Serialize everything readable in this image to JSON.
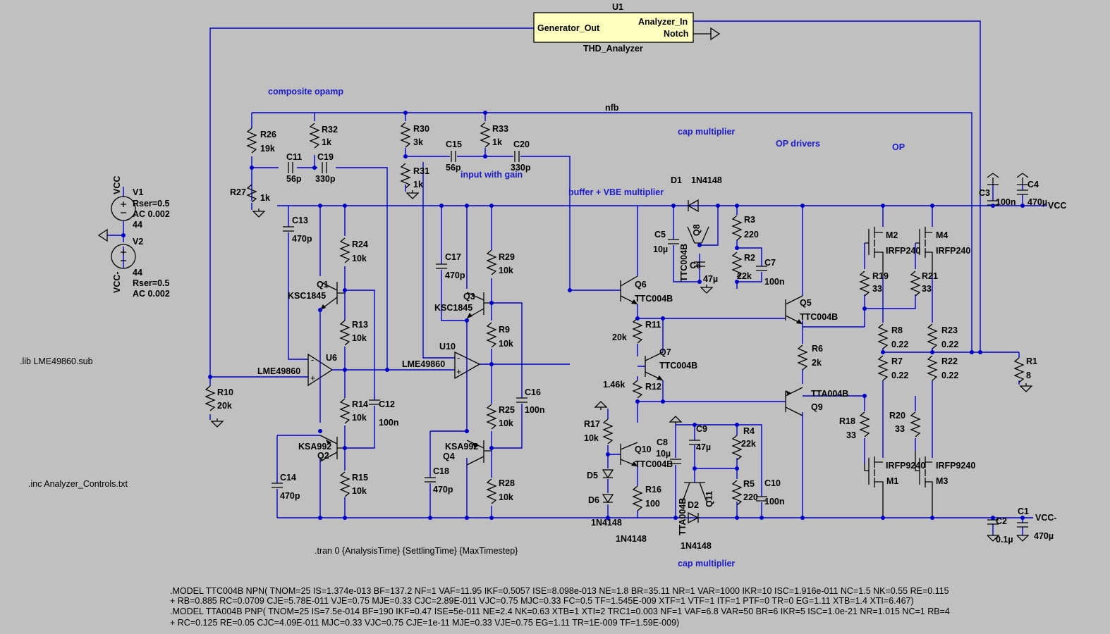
{
  "u1": {
    "ref": "U1",
    "name": "THD_Analyzer",
    "port_gen": "Generator_Out",
    "port_in": "Analyzer_In",
    "port_notch": "Notch"
  },
  "notes": {
    "composite": "composite opamp",
    "nfb": "nfb",
    "input_gain": "input with gain",
    "buffer": "buffer + VBE multiplier",
    "capmult_top": "cap multiplier",
    "op_drivers": "OP drivers",
    "op": "OP",
    "capmult_bot": "cap multiplier"
  },
  "vcc_top": "VCC",
  "vcc_neg": "VCC-",
  "sources": {
    "v1": {
      "ref": "V1",
      "rser": "Rser=0.5",
      "ac": "AC 0.002",
      "val": "44",
      "net": "VCC"
    },
    "v2": {
      "ref": "V2",
      "val": "44",
      "rser": "Rser=0.5",
      "ac": "AC 0.002",
      "net": "VCC-"
    }
  },
  "directives": {
    "lib": ".lib LME49860.sub",
    "inc": ".inc Analyzer_Controls.txt",
    "tran": ".tran 0 {AnalysisTime} {SettlingTime} {MaxTimestep}"
  },
  "models": [
    ".MODEL TTC004B NPN( TNOM=25 IS=1.374e-013 BF=137.2 NF=1 VAF=11.95 IKF=0.5057 ISE=8.098e-013 NE=1.8 BR=35.11 NR=1 VAR=1000 IKR=10 ISC=1.916e-011 NC=1.5 NK=0.55 RE=0.115",
    "+ RB=0.885 RC=0.0709 CJE=5.78E-011 VJE=0.75 MJE=0.33 CJC=2.89E-011 VJC=0.75 MJC=0.33 FC=0.5 TF=1.545E-009 XTF=1 VTF=1 ITF=1 PTF=0 TR=0 EG=1.11 XTB=1.4 XTI=6.467)",
    ".MODEL TTA004B PNP( TNOM=25 IS=7.5e-014 BF=190 IKF=0.47 ISE=5e-011 NE=2.4 NK=0.63 XTB=1 XTI=2 TRC1=0.003 NF=1 VAF=6.8 VAR=50 BR=6 IKR=5 ISC=1.0e-21 NR=1.015 NC=1 RB=4",
    "+ RC=0.125 RE=0.05 CJC=4.09E-011 MJC=0.33 VJC=0.75 CJE=1e-11 MJE=0.33 VJE=0.75 EG=1.11 TR=1E-009 TF=1.59E-009)"
  ],
  "labels": [
    {
      "id": "R26",
      "t": "R26"
    },
    {
      "id": "R26v",
      "t": "19k"
    },
    {
      "id": "R32",
      "t": "R32"
    },
    {
      "id": "R32v",
      "t": "1k"
    },
    {
      "id": "C11",
      "t": "C11"
    },
    {
      "id": "C11v",
      "t": "56p"
    },
    {
      "id": "C19",
      "t": "C19"
    },
    {
      "id": "C19v",
      "t": "330p"
    },
    {
      "id": "R27",
      "t": "R27"
    },
    {
      "id": "R27v",
      "t": "1k"
    },
    {
      "id": "R30",
      "t": "R30"
    },
    {
      "id": "R30v",
      "t": "3k"
    },
    {
      "id": "R33",
      "t": "R33"
    },
    {
      "id": "R33v",
      "t": "1k"
    },
    {
      "id": "C15",
      "t": "C15"
    },
    {
      "id": "C15v",
      "t": "56p"
    },
    {
      "id": "C20",
      "t": "C20"
    },
    {
      "id": "C20v",
      "t": "330p"
    },
    {
      "id": "R31",
      "t": "R31"
    },
    {
      "id": "R31v",
      "t": "1k"
    },
    {
      "id": "C13",
      "t": "C13"
    },
    {
      "id": "C13v",
      "t": "470p"
    },
    {
      "id": "R24",
      "t": "R24"
    },
    {
      "id": "R24v",
      "t": "10k"
    },
    {
      "id": "Q1",
      "t": "Q1"
    },
    {
      "id": "Q1m",
      "t": "KSC1845"
    },
    {
      "id": "R13",
      "t": "R13"
    },
    {
      "id": "R13v",
      "t": "10k"
    },
    {
      "id": "U6",
      "t": "U6"
    },
    {
      "id": "U6m",
      "t": "LME49860"
    },
    {
      "id": "R14",
      "t": "R14"
    },
    {
      "id": "R14v",
      "t": "10k"
    },
    {
      "id": "C12",
      "t": "C12"
    },
    {
      "id": "C12v",
      "t": "100n"
    },
    {
      "id": "Q2m",
      "t": "KSA992"
    },
    {
      "id": "Q2",
      "t": "Q2"
    },
    {
      "id": "R15",
      "t": "R15"
    },
    {
      "id": "R15v",
      "t": "10k"
    },
    {
      "id": "C14",
      "t": "C14"
    },
    {
      "id": "C14v",
      "t": "470p"
    },
    {
      "id": "R10",
      "t": "R10"
    },
    {
      "id": "R10v",
      "t": "20k"
    },
    {
      "id": "C17",
      "t": "C17"
    },
    {
      "id": "C17v",
      "t": "470p"
    },
    {
      "id": "R29",
      "t": "R29"
    },
    {
      "id": "R29v",
      "t": "10k"
    },
    {
      "id": "Q3",
      "t": "Q3"
    },
    {
      "id": "Q3m",
      "t": "KSC1845"
    },
    {
      "id": "R9",
      "t": "R9"
    },
    {
      "id": "R9v",
      "t": "10k"
    },
    {
      "id": "U10",
      "t": "U10"
    },
    {
      "id": "U10m",
      "t": "LME49860"
    },
    {
      "id": "C16",
      "t": "C16"
    },
    {
      "id": "C16v",
      "t": "100n"
    },
    {
      "id": "R25",
      "t": "R25"
    },
    {
      "id": "R25v",
      "t": "10k"
    },
    {
      "id": "Q4m",
      "t": "KSA992"
    },
    {
      "id": "Q4",
      "t": "Q4"
    },
    {
      "id": "C18",
      "t": "C18"
    },
    {
      "id": "C18v",
      "t": "470p"
    },
    {
      "id": "R28",
      "t": "R28"
    },
    {
      "id": "R28v",
      "t": "10k"
    },
    {
      "id": "D1",
      "t": "D1"
    },
    {
      "id": "D1m",
      "t": "1N4148"
    },
    {
      "id": "C5",
      "t": "C5"
    },
    {
      "id": "C5v",
      "t": "10µ"
    },
    {
      "id": "Q8",
      "t": "Q8"
    },
    {
      "id": "Q8m",
      "t": "TTC004B"
    },
    {
      "id": "C6",
      "t": "C6"
    },
    {
      "id": "C6v",
      "t": "47µ"
    },
    {
      "id": "R3",
      "t": "R3"
    },
    {
      "id": "R3v",
      "t": "220"
    },
    {
      "id": "R2",
      "t": "R2"
    },
    {
      "id": "R2v",
      "t": "22k"
    },
    {
      "id": "C7",
      "t": "C7"
    },
    {
      "id": "C7v",
      "t": "100n"
    },
    {
      "id": "Q6",
      "t": "Q6"
    },
    {
      "id": "Q6m",
      "t": "TTC004B"
    },
    {
      "id": "R11",
      "t": "R11"
    },
    {
      "id": "R11v",
      "t": "20k"
    },
    {
      "id": "Q7",
      "t": "Q7"
    },
    {
      "id": "Q7m",
      "t": "TTC004B"
    },
    {
      "id": "R12",
      "t": "R12"
    },
    {
      "id": "R12v",
      "t": "1.46k"
    },
    {
      "id": "R17",
      "t": "R17"
    },
    {
      "id": "R17v",
      "t": "10k"
    },
    {
      "id": "Q10",
      "t": "Q10"
    },
    {
      "id": "Q10m",
      "t": "TTC004B"
    },
    {
      "id": "D5",
      "t": "D5"
    },
    {
      "id": "D6",
      "t": "D6"
    },
    {
      "id": "D56m",
      "t": "1N4148"
    },
    {
      "id": "D56m2",
      "t": "1N4148"
    },
    {
      "id": "R16",
      "t": "R16"
    },
    {
      "id": "R16v",
      "t": "100"
    },
    {
      "id": "C8",
      "t": "C8"
    },
    {
      "id": "C8v",
      "t": "10µ"
    },
    {
      "id": "C9",
      "t": "C9"
    },
    {
      "id": "C9v",
      "t": "47µ"
    },
    {
      "id": "R4",
      "t": "R4"
    },
    {
      "id": "R4v",
      "t": "22k"
    },
    {
      "id": "R5",
      "t": "R5"
    },
    {
      "id": "R5v",
      "t": "220"
    },
    {
      "id": "C10",
      "t": "C10"
    },
    {
      "id": "C10v",
      "t": "100n"
    },
    {
      "id": "Q11",
      "t": "Q11"
    },
    {
      "id": "Q11m",
      "t": "TTA004B"
    },
    {
      "id": "D2",
      "t": "D2"
    },
    {
      "id": "D2m",
      "t": "1N4148"
    },
    {
      "id": "Q5",
      "t": "Q5"
    },
    {
      "id": "Q5m",
      "t": "TTC004B"
    },
    {
      "id": "R6",
      "t": "R6"
    },
    {
      "id": "R6v",
      "t": "2k"
    },
    {
      "id": "Q9m",
      "t": "TTA004B"
    },
    {
      "id": "Q9",
      "t": "Q9"
    },
    {
      "id": "M2",
      "t": "M2"
    },
    {
      "id": "M2m",
      "t": "IRFP240"
    },
    {
      "id": "M4",
      "t": "M4"
    },
    {
      "id": "M4m",
      "t": "IRFP240"
    },
    {
      "id": "R19",
      "t": "R19"
    },
    {
      "id": "R19v",
      "t": "33"
    },
    {
      "id": "R21",
      "t": "R21"
    },
    {
      "id": "R21v",
      "t": "33"
    },
    {
      "id": "R8",
      "t": "R8"
    },
    {
      "id": "R8v",
      "t": "0.22"
    },
    {
      "id": "R23",
      "t": "R23"
    },
    {
      "id": "R23v",
      "t": "0.22"
    },
    {
      "id": "R7",
      "t": "R7"
    },
    {
      "id": "R7v",
      "t": "0.22"
    },
    {
      "id": "R22",
      "t": "R22"
    },
    {
      "id": "R22v",
      "t": "0.22"
    },
    {
      "id": "R18",
      "t": "R18"
    },
    {
      "id": "R18v",
      "t": "33"
    },
    {
      "id": "R20",
      "t": "R20"
    },
    {
      "id": "R20v",
      "t": "33"
    },
    {
      "id": "M1m",
      "t": "IRFP9240"
    },
    {
      "id": "M1",
      "t": "M1"
    },
    {
      "id": "M3m",
      "t": "IRFP9240"
    },
    {
      "id": "M3",
      "t": "M3"
    },
    {
      "id": "C3",
      "t": "C3"
    },
    {
      "id": "C3v",
      "t": "100n"
    },
    {
      "id": "C4",
      "t": "C4"
    },
    {
      "id": "C4v",
      "t": "470µ"
    },
    {
      "id": "C2",
      "t": "C2"
    },
    {
      "id": "C2v",
      "t": "0.1µ"
    },
    {
      "id": "C1",
      "t": "C1"
    },
    {
      "id": "C1v",
      "t": "470µ"
    },
    {
      "id": "R1",
      "t": "R1"
    },
    {
      "id": "R1v",
      "t": "8"
    }
  ]
}
